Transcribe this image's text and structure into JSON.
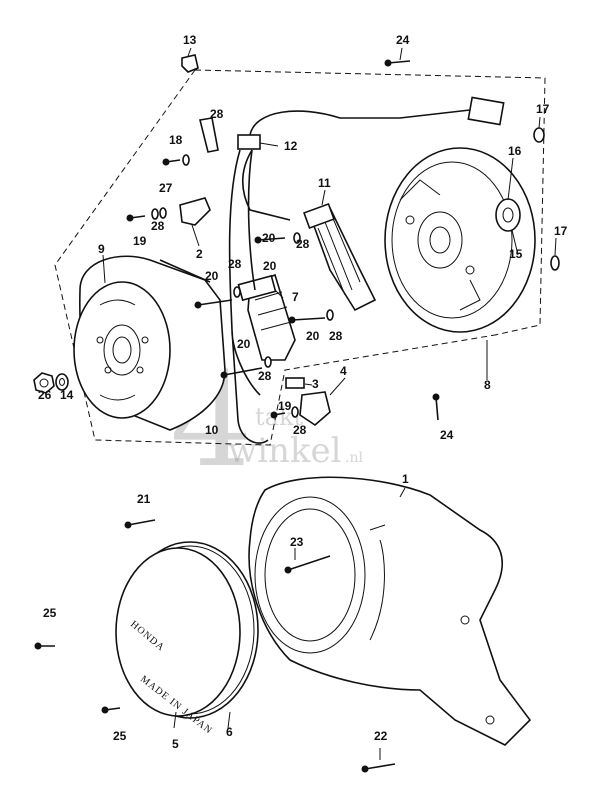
{
  "callouts": {
    "n1": "1",
    "n2": "2",
    "n3": "3",
    "n4": "4",
    "n5": "5",
    "n6": "6",
    "n7": "7",
    "n8": "8",
    "n9": "9",
    "n10": "10",
    "n11": "11",
    "n12": "12",
    "n13": "13",
    "n14": "14",
    "n15": "15",
    "n16": "16",
    "n17a": "17",
    "n17b": "17",
    "n18": "18",
    "n19a": "19",
    "n19b": "19",
    "n20a": "20",
    "n20b": "20",
    "n20c": "20",
    "n20d": "20",
    "n20e": "20",
    "n21": "21",
    "n22": "22",
    "n23": "23",
    "n24a": "24",
    "n24b": "24",
    "n25a": "25",
    "n25b": "25",
    "n26": "26",
    "n27": "27",
    "n28a": "28",
    "n28b": "28",
    "n28c": "28",
    "n28d": "28",
    "n28e": "28",
    "n28f": "28",
    "n28g": "28"
  },
  "cover_stamp": {
    "brand": "HONDA",
    "origin": "MADE IN JAPAN"
  },
  "watermark": {
    "big": "4",
    "line1": "takt",
    "line2": "winkel",
    "suffix": ".nl"
  }
}
